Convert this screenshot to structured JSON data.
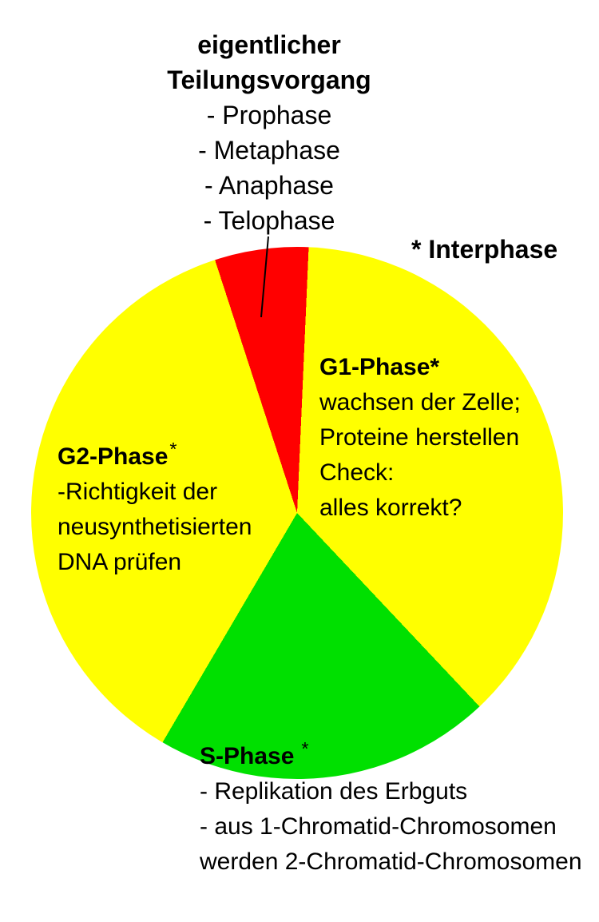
{
  "callout": {
    "title_line1": "eigentlicher",
    "title_line2": "Teilungsvorgang",
    "items": [
      "- Prophase",
      "- Metaphase",
      "- Anaphase",
      "- Telophase"
    ]
  },
  "interphase_label": "* Interphase",
  "phases": {
    "g1": {
      "title": "G1-Phase*",
      "lines": [
        "wachsen der Zelle;",
        "Proteine herstellen",
        "Check:",
        "alles korrekt?"
      ]
    },
    "g2": {
      "title": "G2-Phase",
      "asterisk": "*",
      "lines": [
        "-Richtigkeit der",
        "neusynthetisierten",
        "DNA prüfen"
      ]
    },
    "s": {
      "title": "S-Phase",
      "asterisk": "*",
      "lines": [
        "- Replikation des Erbguts",
        "- aus 1-Chromatid-Chromosomen",
        "werden 2-Chromatid-Chromosomen"
      ]
    }
  },
  "chart_data": {
    "type": "pie",
    "title": "",
    "legend_position": "none",
    "background": "#ffffff",
    "rotation_deg_from_top": 2.5,
    "slices": [
      {
        "label": "G1-Phase",
        "color": "#ffff00",
        "start_deg": 0,
        "end_deg": 134.2,
        "percent": 37.3
      },
      {
        "label": "S-Phase",
        "color": "#00e000",
        "start_deg": 134.2,
        "end_deg": 207.9,
        "percent": 20.5
      },
      {
        "label": "G2-Phase",
        "color": "#ffff00",
        "start_deg": 207.9,
        "end_deg": 339.5,
        "percent": 36.5
      },
      {
        "label": "eigentlicher Teilungsvorgang",
        "color": "#ff0000",
        "start_deg": 339.5,
        "end_deg": 360,
        "percent": 5.7
      }
    ]
  },
  "colors": {
    "interphase_yellow": "#ffff00",
    "s_phase_green": "#00e000",
    "division_red": "#ff0000",
    "text": "#000000",
    "background": "#ffffff"
  }
}
